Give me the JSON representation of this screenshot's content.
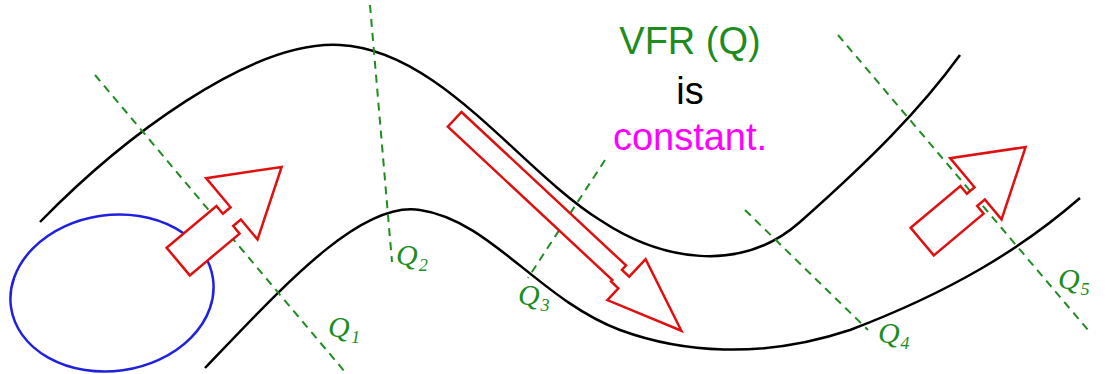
{
  "diagram": {
    "labels": [
      "VFR (Q)",
      "is",
      "constant.",
      "Q₁",
      "Q₂",
      "Q₃",
      "Q₄",
      "Q₅"
    ]
  }
}
